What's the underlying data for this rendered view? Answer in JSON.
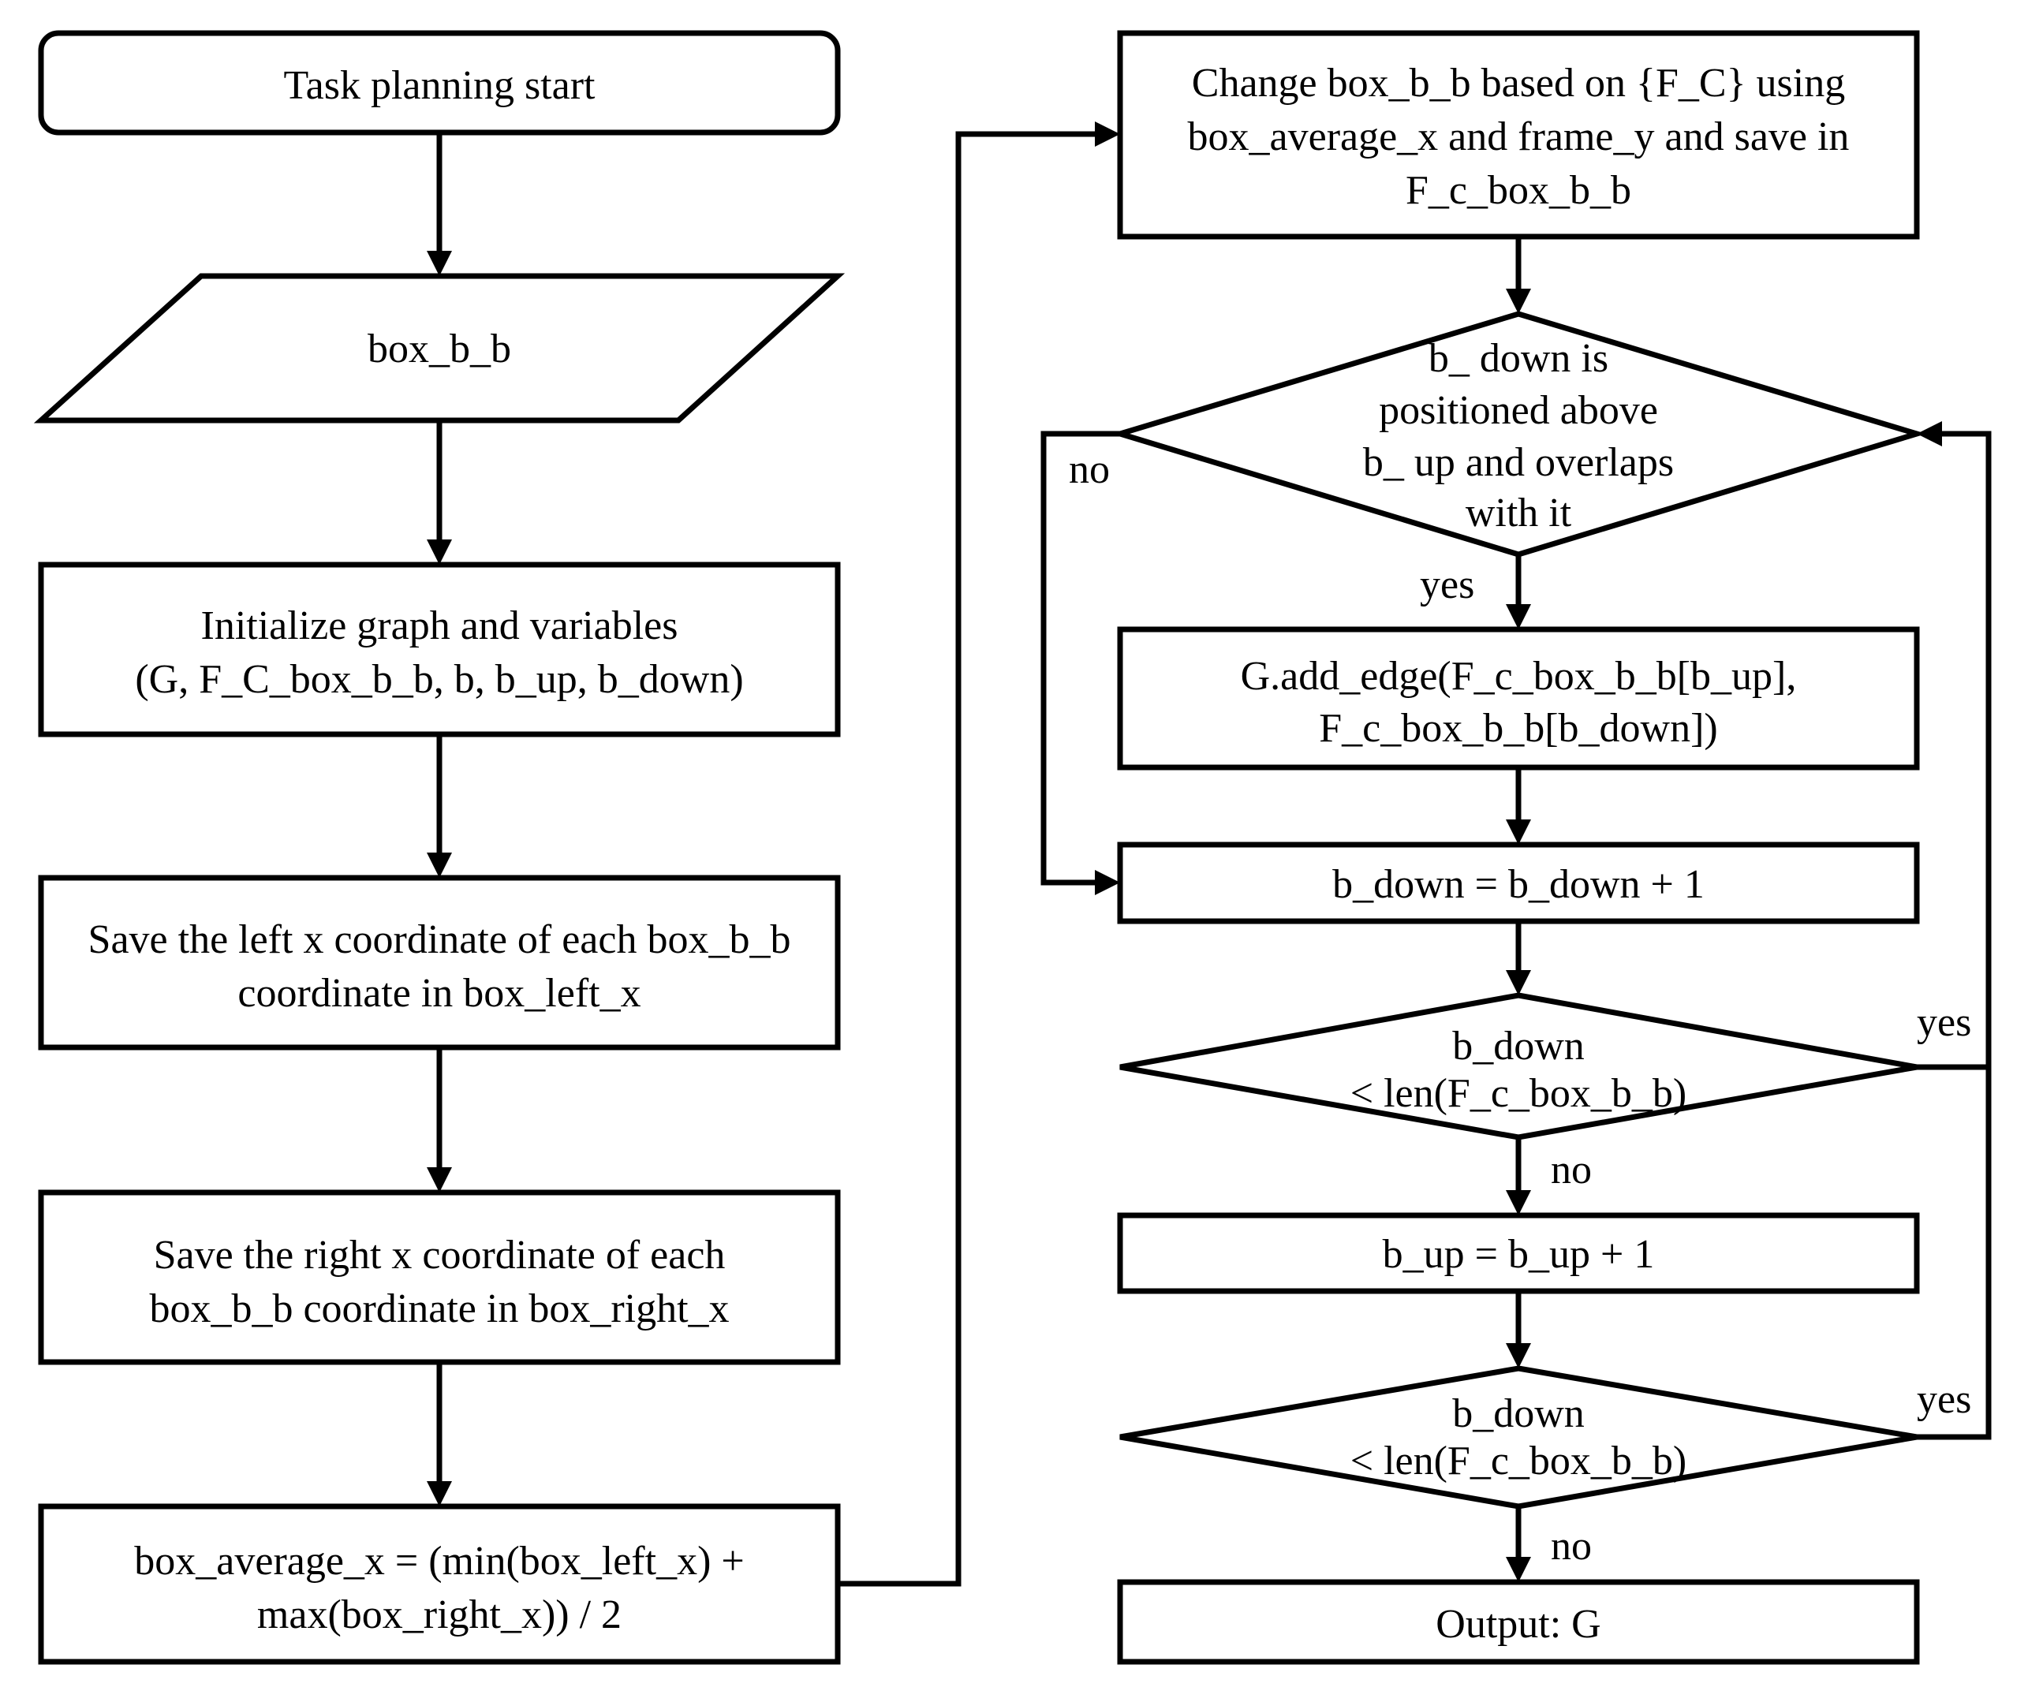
{
  "nodes": {
    "start": {
      "text": "Task planning start"
    },
    "input_box": {
      "text": "box_b_b"
    },
    "init": {
      "lines": [
        "Initialize graph and variables",
        "(G, F_C_box_b_b, b, b_up, b_down)"
      ]
    },
    "save_left": {
      "lines": [
        "Save the left x coordinate of each box_b_b",
        "coordinate in box_left_x"
      ]
    },
    "save_right": {
      "lines": [
        "Save the right x coordinate of each",
        "box_b_b coordinate in box_right_x"
      ]
    },
    "average": {
      "lines": [
        "box_average_x = (min(box_left_x) +",
        "max(box_right_x)) / 2"
      ]
    },
    "change": {
      "lines": [
        "Change box_b_b based on {F_C} using",
        "box_average_x and frame_y and save in",
        "F_c_box_b_b"
      ]
    },
    "overlap_decision": {
      "lines": [
        "b_ down is",
        "positioned above",
        "b_ up and overlaps",
        "with it"
      ]
    },
    "add_edge": {
      "lines": [
        "G.add_edge(F_c_box_b_b[b_up],",
        "F_c_box_b_b[b_down])"
      ]
    },
    "inc_down": {
      "text": "b_down = b_down + 1"
    },
    "down_decision": {
      "lines": [
        "b_down",
        "< len(F_c_box_b_b)"
      ]
    },
    "inc_up": {
      "text": "b_up = b_up + 1"
    },
    "up_decision": {
      "lines": [
        "b_down",
        "< len(F_c_box_b_b)"
      ]
    },
    "output": {
      "text": "Output: G"
    }
  },
  "labels": {
    "overlap_no": "no",
    "overlap_yes": "yes",
    "down_yes": "yes",
    "down_no": "no",
    "up_yes": "yes",
    "up_no": "no"
  }
}
